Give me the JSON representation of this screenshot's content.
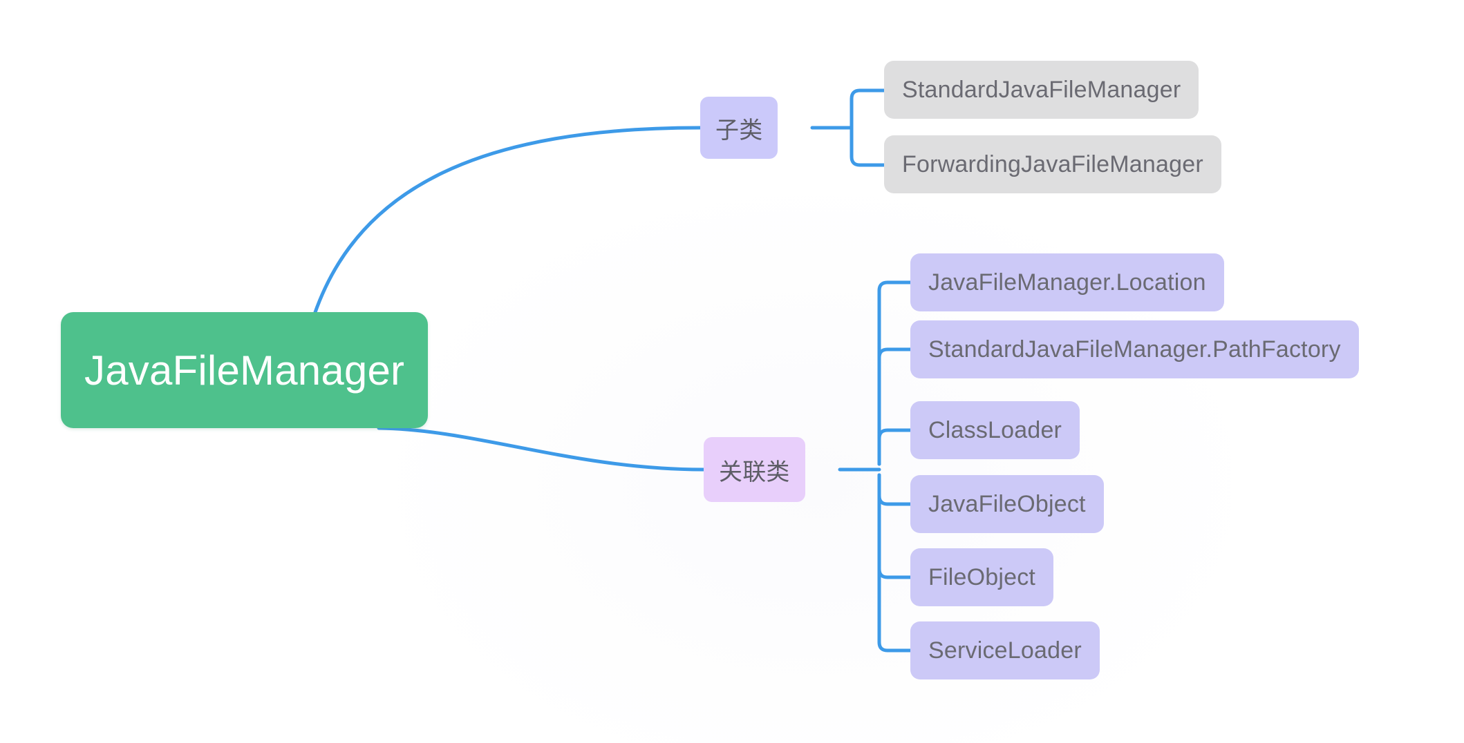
{
  "diagram": {
    "type": "mindmap",
    "title": "JavaFileManager",
    "orientation": "left-to-right",
    "colors": {
      "background": "#ffffff",
      "root_fill": "#4ec18c",
      "root_text": "#ffffff",
      "branch_subclass_fill": "#cbc9fa",
      "branch_related_fill": "#e8cffb",
      "leaf_gray_fill": "#dededf",
      "leaf_purple_fill": "#ccc9f7",
      "node_text": "#6a6a72",
      "edge_stroke": "#3d9ae8"
    }
  },
  "root": {
    "label": "JavaFileManager"
  },
  "branches": [
    {
      "id": "subclass",
      "label": "子类",
      "children": [
        {
          "label": "StandardJavaFileManager"
        },
        {
          "label": "ForwardingJavaFileManager"
        }
      ]
    },
    {
      "id": "related",
      "label": "关联类",
      "children": [
        {
          "label": "JavaFileManager.Location"
        },
        {
          "label": "StandardJavaFileManager.PathFactory"
        },
        {
          "label": "ClassLoader"
        },
        {
          "label": "JavaFileObject"
        },
        {
          "label": "FileObject"
        },
        {
          "label": "ServiceLoader"
        }
      ]
    }
  ]
}
